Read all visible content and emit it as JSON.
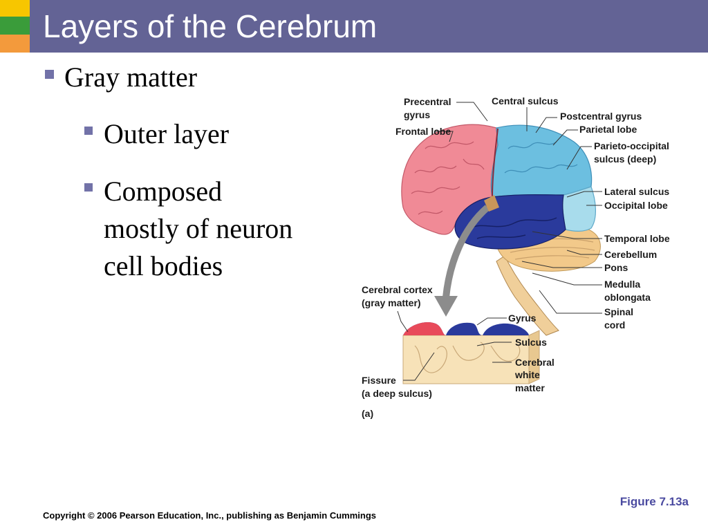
{
  "slide": {
    "title": "Layers of the Cerebrum",
    "bullets": [
      "Gray matter",
      "Outer layer"
    ],
    "bullet3_lines": [
      "Composed",
      "mostly of neuron",
      "cell bodies"
    ],
    "figure_ref": "Figure 7.13a",
    "copyright": "Copyright © 2006 Pearson Education, Inc., publishing as Benjamin Cummings"
  },
  "figure": {
    "labels": {
      "precentral_1": "Precentral",
      "precentral_2": "gyrus",
      "central_sulcus": "Central sulcus",
      "frontal_lobe": "Frontal lobe",
      "postcentral_gyrus": "Postcentral gyrus",
      "parietal_lobe": "Parietal lobe",
      "parieto_1": "Parieto-occipital",
      "parieto_2": "sulcus (deep)",
      "lateral_sulcus": "Lateral sulcus",
      "occipital_lobe": "Occipital lobe",
      "temporal_lobe": "Temporal lobe",
      "cerebellum": "Cerebellum",
      "pons": "Pons",
      "medulla_1": "Medulla",
      "medulla_2": "oblongata",
      "spinal_1": "Spinal",
      "spinal_2": "cord",
      "cortex_1": "Cerebral cortex",
      "cortex_2": "(gray matter)",
      "gyrus": "Gyrus",
      "sulcus": "Sulcus",
      "white_1": "Cerebral",
      "white_2": "white",
      "white_3": "matter",
      "fissure_1": "Fissure",
      "fissure_2": "(a deep sulcus)",
      "panel": "(a)"
    },
    "colors": {
      "frontal": "#f08a96",
      "parietal": "#6cbfe0",
      "occipital": "#a8dcec",
      "temporal": "#2a3a9c",
      "cerebellum": "#f2c98a",
      "brainstem": "#f0cf9a",
      "white_matter": "#f7e2b8"
    }
  }
}
